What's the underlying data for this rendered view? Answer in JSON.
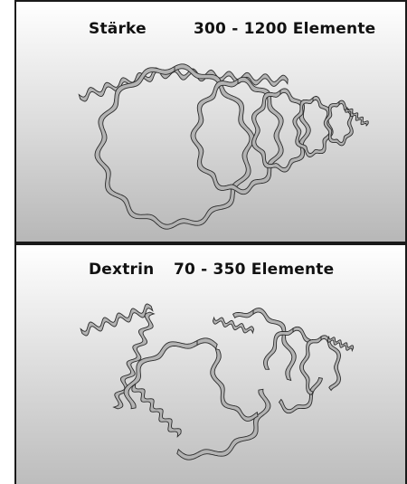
{
  "panels": [
    {
      "name": "Stärke",
      "range": "300 - 1200 Elemente",
      "helix": "complete"
    },
    {
      "name": "Dextrin",
      "range": "70 - 350 Elemente",
      "helix": "fragmented"
    }
  ],
  "colors": {
    "ribbon_fill": "#b3b3b3",
    "ribbon_stroke": "#2b2b2b",
    "border": "#1a1a1a"
  }
}
